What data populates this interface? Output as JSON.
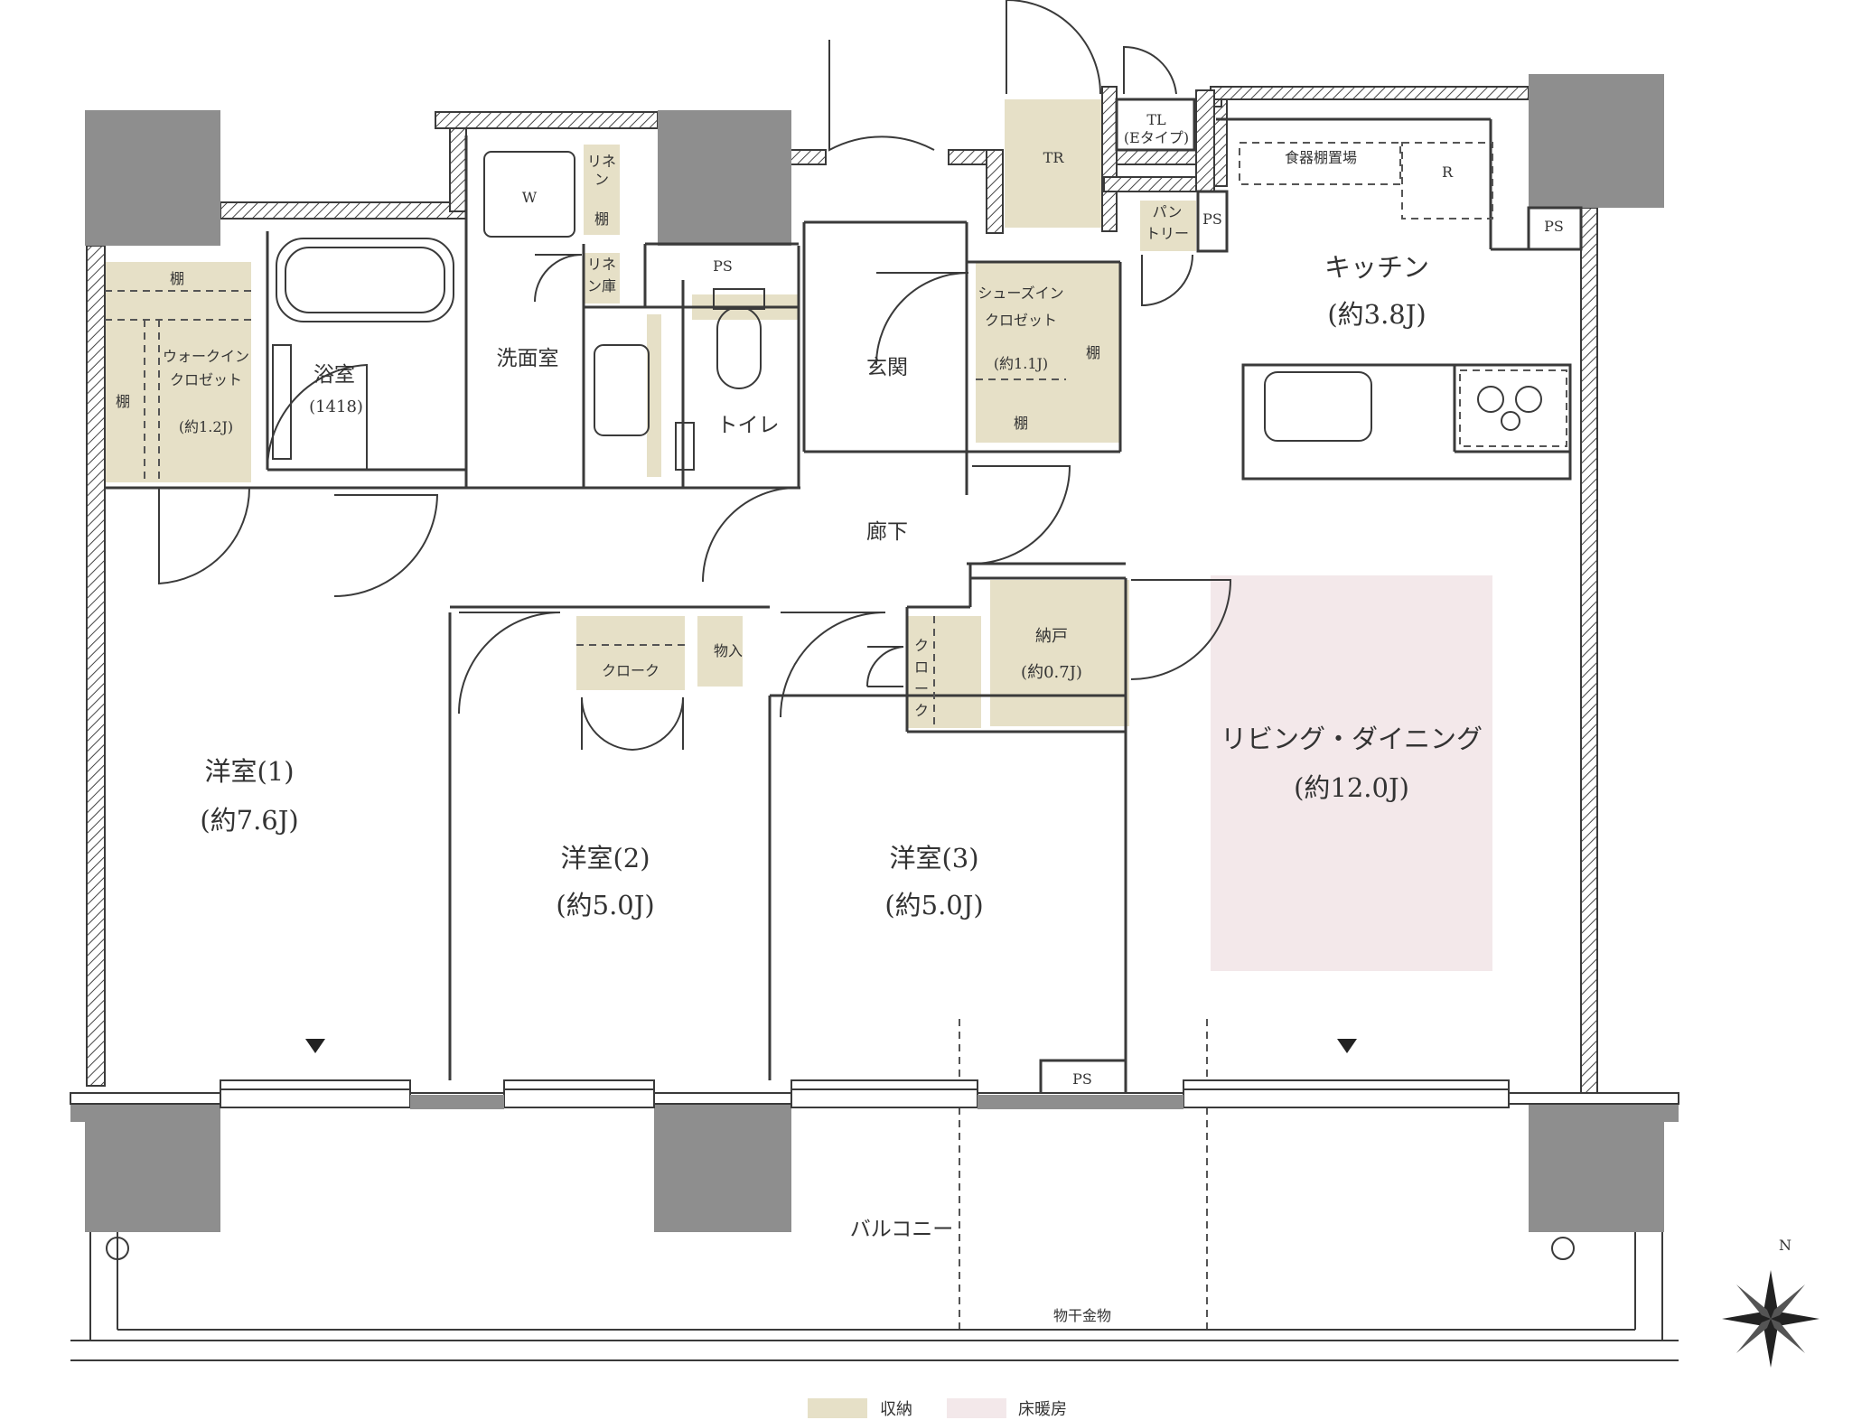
{
  "rooms": {
    "western1": {
      "name": "洋室(1)",
      "size": "(約7.6J)"
    },
    "western2": {
      "name": "洋室(2)",
      "size": "(約5.0J)"
    },
    "western3": {
      "name": "洋室(3)",
      "size": "(約5.0J)"
    },
    "living": {
      "name": "リビング・ダイニング",
      "size": "(約12.0J)"
    },
    "kitchen": {
      "name": "キッチン",
      "size": "(約3.8J)"
    },
    "bath": {
      "name": "浴室",
      "size": "(1418)"
    },
    "washroom": {
      "name": "洗面室"
    },
    "toilet": {
      "name": "トイレ"
    },
    "entrance": {
      "name": "玄関"
    },
    "hallway": {
      "name": "廊下"
    },
    "closet_room": {
      "name": "納戸",
      "size": "(約0.7J)"
    },
    "balcony": {
      "name": "バルコニー"
    }
  },
  "storage": {
    "wic_line1": "ウォークイン",
    "wic_line2": "クロゼット",
    "wic_size": "(約1.2J)",
    "shelf": "棚",
    "linen_shelf_1": "リネ",
    "linen_shelf_2": "ン",
    "linen_shelf_3": "棚",
    "linen_store_1": "リネ",
    "linen_store_2": "ン庫",
    "shoes_line1": "シューズイン",
    "shoes_line2": "クロゼット",
    "shoes_size": "(約1.1J)",
    "cloak": "クローク",
    "cloak_v1": "ク",
    "cloak_v2": "ロ",
    "cloak_v3": "ー",
    "cloak_v4": "ク",
    "storage_small": "物入",
    "pantry_1": "パン",
    "pantry_2": "トリー",
    "dish_shelf": "食器棚置場"
  },
  "labels": {
    "washer": "W",
    "trunk_room": "TR",
    "tl": "TL",
    "tl_type": "(Eタイプ)",
    "fridge": "R",
    "ps": "PS",
    "laundry_hardware": "物干金物",
    "north": "N"
  },
  "legend": {
    "storage_label": "収納",
    "floor_heating_label": "床暖房"
  },
  "colors": {
    "storage": "#e6e0c7",
    "floor_heating": "#f3e8ea",
    "pillar": "#8e8e8e",
    "wall": "#3a3a3a"
  }
}
